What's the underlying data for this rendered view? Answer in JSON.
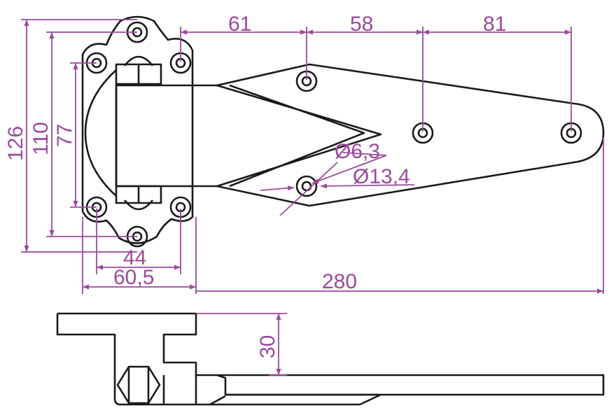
{
  "colors": {
    "part": "#1a1a1a",
    "dimension": "#9b4a9b",
    "background": "#ffffff"
  },
  "dimensions": {
    "d61": "61",
    "d58": "58",
    "d81": "81",
    "d126": "126",
    "d110": "110",
    "d77": "77",
    "d44": "44",
    "d60_5": "60,5",
    "d280": "280",
    "d30": "30",
    "hole_small": "Ø6,3",
    "hole_large": "Ø13,4"
  }
}
